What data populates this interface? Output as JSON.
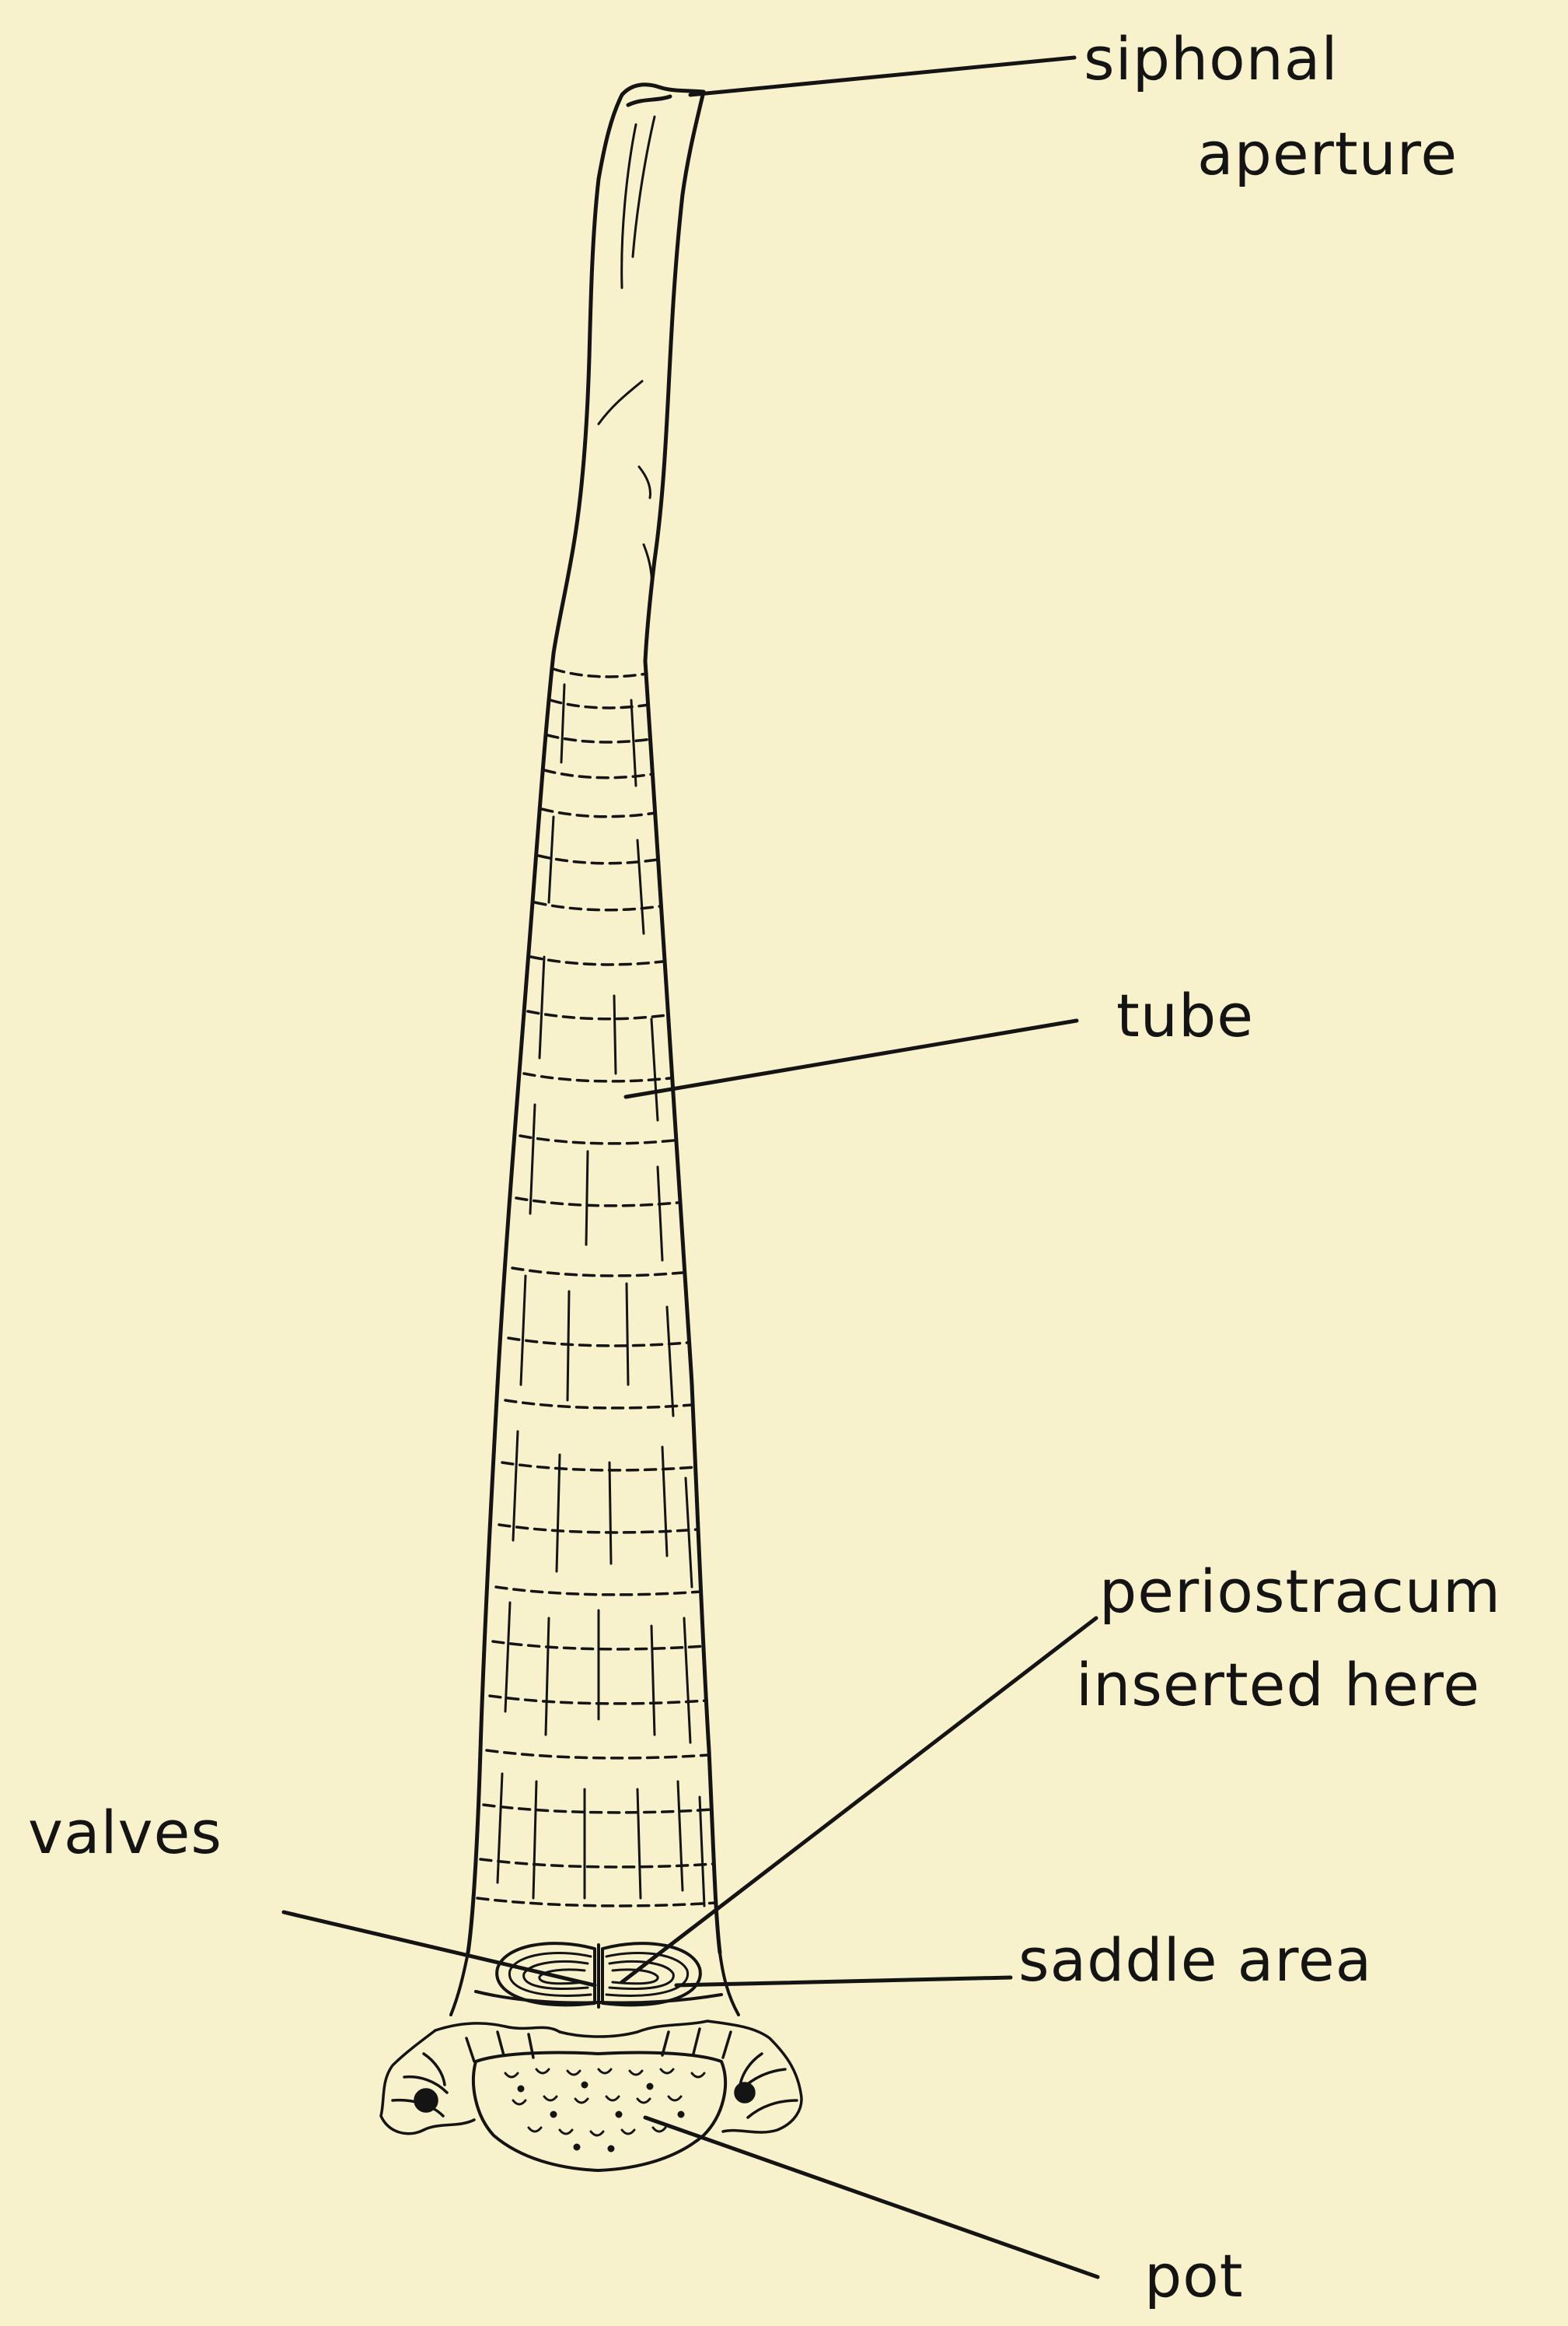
{
  "figure": {
    "background": "#F7F1CC",
    "ink": "#141414",
    "labels": {
      "siphonal": "siphonal",
      "aperture": "aperture",
      "tube": "tube",
      "periostracum": "periostracum",
      "inserted_here": "inserted here",
      "valves": "valves",
      "saddle_area": "saddle area",
      "pot": "pot"
    }
  }
}
